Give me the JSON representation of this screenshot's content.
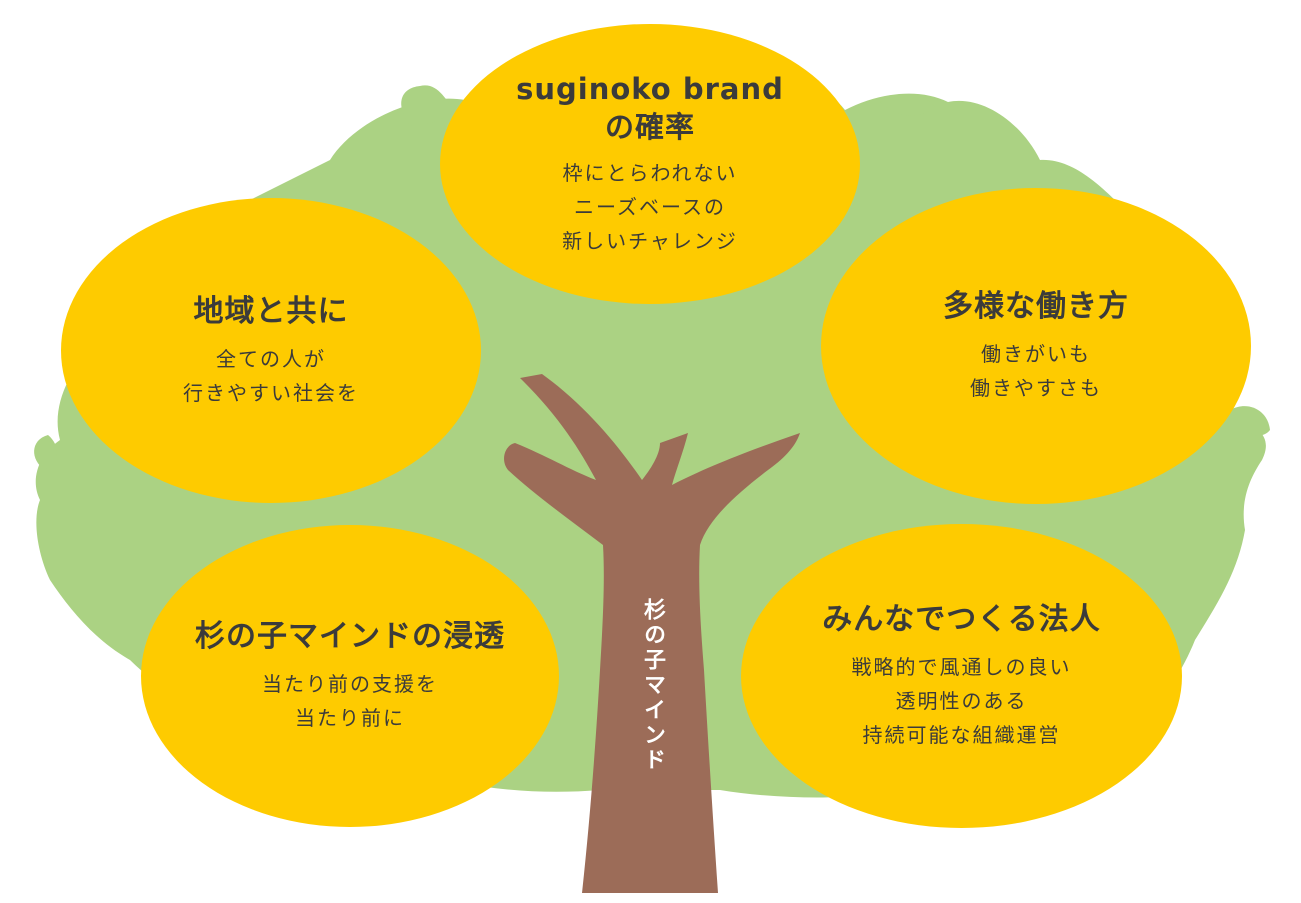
{
  "colors": {
    "foliage": "#abd283",
    "bubble": "#fecb00",
    "trunk": "#9c6c58",
    "text": "#3b3b3b",
    "trunk_text": "#ffffff"
  },
  "trunk": {
    "label": "杉の子マインド"
  },
  "bubbles": {
    "top": {
      "title": "suginoko brand\nの確率",
      "body": "枠にとらわれない\nニーズベースの\n新しいチャレンジ"
    },
    "left": {
      "title": "地域と共に",
      "body": "全ての人が\n行きやすい社会を"
    },
    "right": {
      "title": "多様な働き方",
      "body": "働きがいも\n働きやすさも"
    },
    "bottom_left": {
      "title": "杉の子マインドの浸透",
      "body": "当たり前の支援を\n当たり前に"
    },
    "bottom_right": {
      "title": "みんなでつくる法人",
      "body": "戦略的で風通しの良い\n透明性のある\n持続可能な組織運営"
    }
  }
}
